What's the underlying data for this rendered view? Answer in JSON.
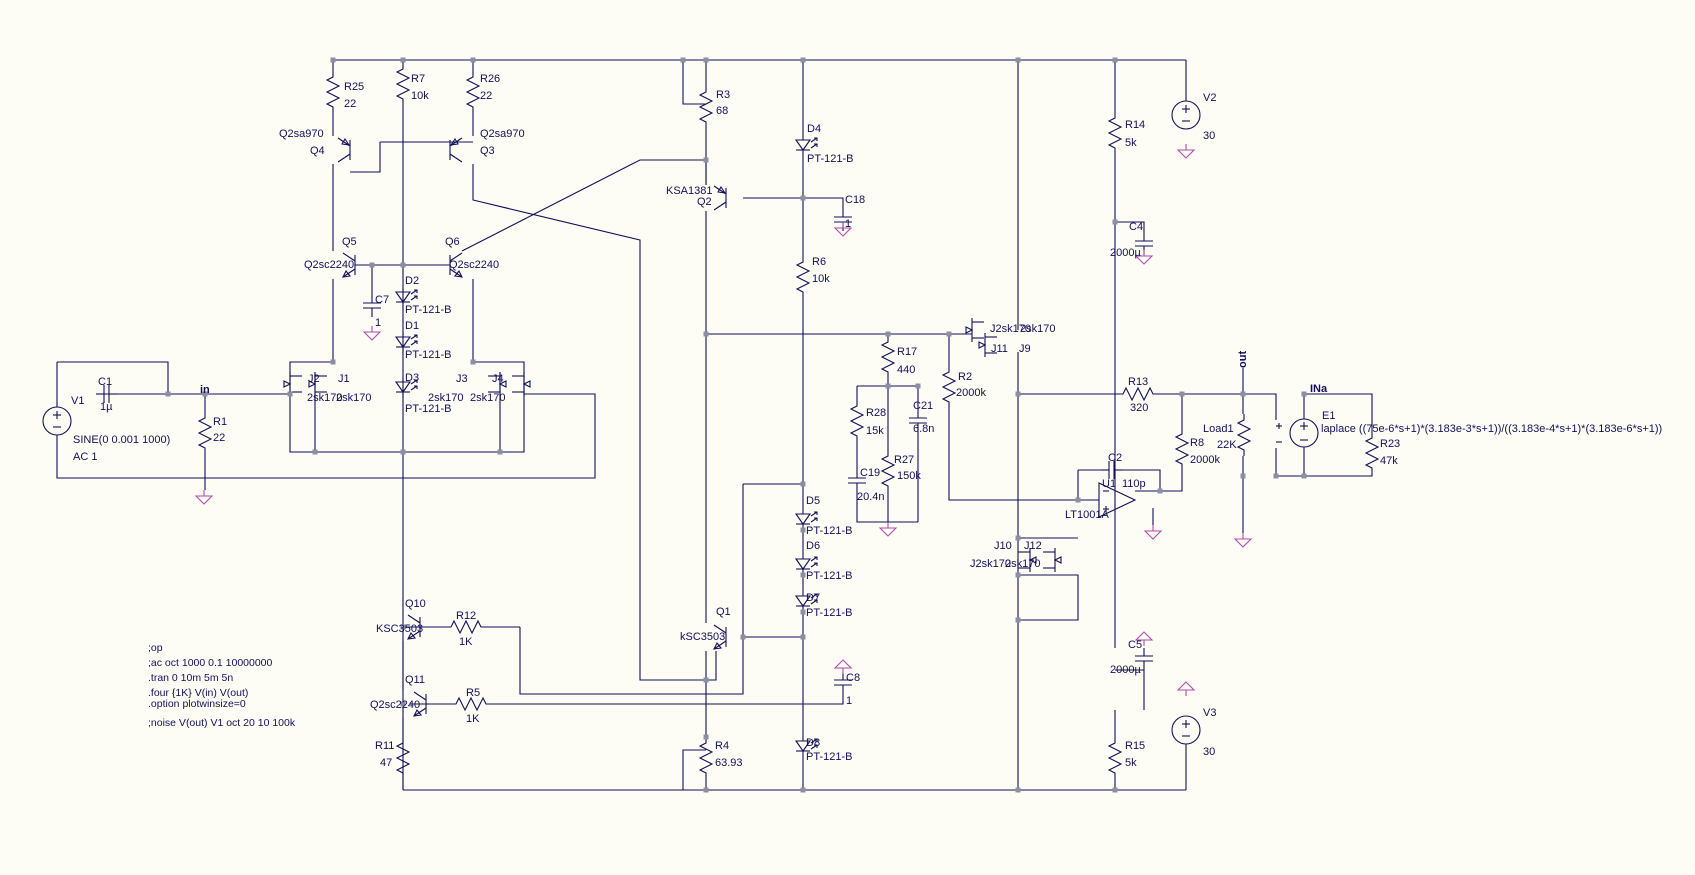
{
  "nets": {
    "in": "in",
    "out": "out",
    "ina": "INa"
  },
  "components": {
    "R25": {
      "name": "R25",
      "value": "22"
    },
    "R7": {
      "name": "R7",
      "value": "10k"
    },
    "R26": {
      "name": "R26",
      "value": "22"
    },
    "R3": {
      "name": "R3",
      "value": "68"
    },
    "R14": {
      "name": "R14",
      "value": "5k"
    },
    "V2": {
      "name": "V2",
      "value": "30"
    },
    "Q4": {
      "name": "Q4",
      "model": "Q2sa970"
    },
    "Q3": {
      "name": "Q3",
      "model": "Q2sa970"
    },
    "Q5": {
      "name": "Q5",
      "model": "Q2sc2240"
    },
    "Q6": {
      "name": "Q6",
      "model": "Q2sc2240"
    },
    "Q2": {
      "name": "Q2",
      "model": "KSA1381"
    },
    "D4": {
      "name": "D4",
      "model": "PT-121-B"
    },
    "C18": {
      "name": "C18",
      "value": "1"
    },
    "C4": {
      "name": "C4",
      "value": "2000µ"
    },
    "R6": {
      "name": "R6",
      "value": "10k"
    },
    "C7": {
      "name": "C7",
      "value": "1"
    },
    "D2": {
      "name": "D2",
      "model": "PT-121-B"
    },
    "D1": {
      "name": "D1",
      "model": "PT-121-B"
    },
    "D3": {
      "name": "D3",
      "model": "PT-121-B"
    },
    "J2": {
      "name": "J2",
      "model": "2sk170"
    },
    "J1": {
      "name": "J1",
      "model": "2sk170"
    },
    "J3": {
      "name": "J3",
      "model": "2sk170"
    },
    "J4": {
      "name": "J4",
      "model": "2sk170"
    },
    "J11": {
      "name": "J11",
      "model": "J2sk170"
    },
    "J9": {
      "name": "J9",
      "model": "2sk170"
    },
    "R17": {
      "name": "R17",
      "value": "440"
    },
    "R28": {
      "name": "R28",
      "value": "15k"
    },
    "C21": {
      "name": "C21",
      "value": "6.8n"
    },
    "R27": {
      "name": "R27",
      "value": "150k"
    },
    "C19": {
      "name": "C19",
      "value": "20.4n"
    },
    "R2": {
      "name": "R2",
      "value": "2000k"
    },
    "R13": {
      "name": "R13",
      "value": "320"
    },
    "R8": {
      "name": "R8",
      "value": "2000k"
    },
    "C2": {
      "name": "C2",
      "value": "110p"
    },
    "U1": {
      "name": "U1",
      "model": "LT1001A"
    },
    "Load1": {
      "name": "Load1",
      "value": "22K"
    },
    "E1": {
      "name": "E1",
      "expr": "laplace ((75e-6*s+1)*(3.183e-3*s+1))/((3.183e-4*s+1)*(3.183e-6*s+1))"
    },
    "R23": {
      "name": "R23",
      "value": "47k"
    },
    "V1": {
      "name": "V1",
      "value": "SINE(0 0.001 1000)",
      "ac": "AC 1"
    },
    "C1": {
      "name": "C1",
      "value": "1µ"
    },
    "R1": {
      "name": "R1",
      "value": "22"
    },
    "D5": {
      "name": "D5",
      "model": "PT-121-B"
    },
    "D6": {
      "name": "D6",
      "model": "PT-121-B"
    },
    "D7": {
      "name": "D7",
      "model": "PT-121-B"
    },
    "J10": {
      "name": "J10",
      "model": "J2sk170"
    },
    "J12": {
      "name": "J12",
      "model": "2sk170"
    },
    "Q10": {
      "name": "Q10",
      "model": "KSC3503"
    },
    "R12": {
      "name": "R12",
      "value": "1K"
    },
    "Q1": {
      "name": "Q1",
      "model": "kSC3503"
    },
    "C8": {
      "name": "C8",
      "value": "1"
    },
    "C5": {
      "name": "C5",
      "value": "2000µ"
    },
    "Q11": {
      "name": "Q11",
      "model": "Q2sc2240"
    },
    "R5": {
      "name": "R5",
      "value": "1K"
    },
    "V3": {
      "name": "V3",
      "value": "30"
    },
    "R11": {
      "name": "R11",
      "value": "47"
    },
    "R4": {
      "name": "R4",
      "value": "63.93"
    },
    "D8": {
      "name": "D8",
      "model": "PT-121-B"
    },
    "R15": {
      "name": "R15",
      "value": "5k"
    }
  },
  "directives": [
    ";op",
    ";ac oct 1000 0.1 10000000",
    ".tran 0 10m 5m 5n",
    ".four {1K} V(in) V(out)",
    ".option plotwinsize=0",
    ";noise V(out) V1 oct 20 10 100k"
  ]
}
